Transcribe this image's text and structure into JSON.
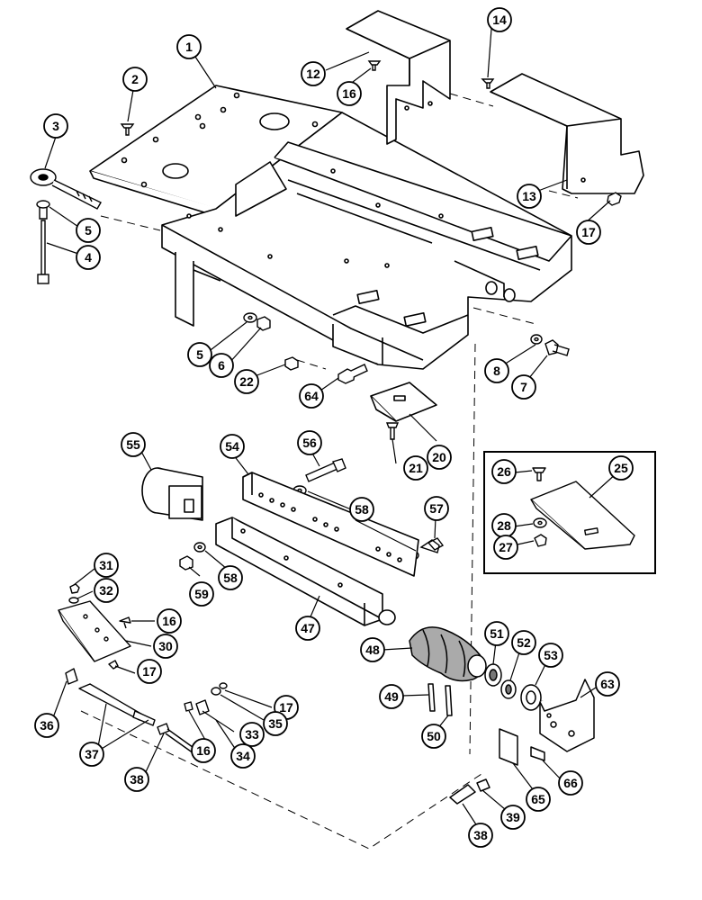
{
  "callouts": [
    {
      "id": "c1",
      "label": "1"
    },
    {
      "id": "c2",
      "label": "2"
    },
    {
      "id": "c3",
      "label": "3"
    },
    {
      "id": "c4",
      "label": "4"
    },
    {
      "id": "c5a",
      "label": "5"
    },
    {
      "id": "c5b",
      "label": "5"
    },
    {
      "id": "c6",
      "label": "6"
    },
    {
      "id": "c7",
      "label": "7"
    },
    {
      "id": "c8",
      "label": "8"
    },
    {
      "id": "c12",
      "label": "12"
    },
    {
      "id": "c13",
      "label": "13"
    },
    {
      "id": "c14",
      "label": "14"
    },
    {
      "id": "c16a",
      "label": "16"
    },
    {
      "id": "c17a",
      "label": "17"
    },
    {
      "id": "c20",
      "label": "20"
    },
    {
      "id": "c21",
      "label": "21"
    },
    {
      "id": "c22",
      "label": "22"
    },
    {
      "id": "c64",
      "label": "64"
    },
    {
      "id": "c55",
      "label": "55"
    },
    {
      "id": "c54",
      "label": "54"
    },
    {
      "id": "c56",
      "label": "56"
    },
    {
      "id": "c58a",
      "label": "58"
    },
    {
      "id": "c57",
      "label": "57"
    },
    {
      "id": "c47",
      "label": "47"
    },
    {
      "id": "c58b",
      "label": "58"
    },
    {
      "id": "c59",
      "label": "59"
    },
    {
      "id": "c31",
      "label": "31"
    },
    {
      "id": "c32",
      "label": "32"
    },
    {
      "id": "c16b",
      "label": "16"
    },
    {
      "id": "c30",
      "label": "30"
    },
    {
      "id": "c17b",
      "label": "17"
    },
    {
      "id": "c36",
      "label": "36"
    },
    {
      "id": "c37",
      "label": "37"
    },
    {
      "id": "c38a",
      "label": "38"
    },
    {
      "id": "c17c",
      "label": "17"
    },
    {
      "id": "c35",
      "label": "35"
    },
    {
      "id": "c33",
      "label": "33"
    },
    {
      "id": "c16c",
      "label": "16"
    },
    {
      "id": "c34",
      "label": "34"
    },
    {
      "id": "c48",
      "label": "48"
    },
    {
      "id": "c49",
      "label": "49"
    },
    {
      "id": "c50",
      "label": "50"
    },
    {
      "id": "c51",
      "label": "51"
    },
    {
      "id": "c52",
      "label": "52"
    },
    {
      "id": "c53",
      "label": "53"
    },
    {
      "id": "c63",
      "label": "63"
    },
    {
      "id": "c65",
      "label": "65"
    },
    {
      "id": "c66",
      "label": "66"
    },
    {
      "id": "c39",
      "label": "39"
    },
    {
      "id": "c38b",
      "label": "38"
    },
    {
      "id": "c25",
      "label": "25"
    },
    {
      "id": "c26",
      "label": "26"
    },
    {
      "id": "c28",
      "label": "28"
    },
    {
      "id": "c27",
      "label": "27"
    }
  ]
}
